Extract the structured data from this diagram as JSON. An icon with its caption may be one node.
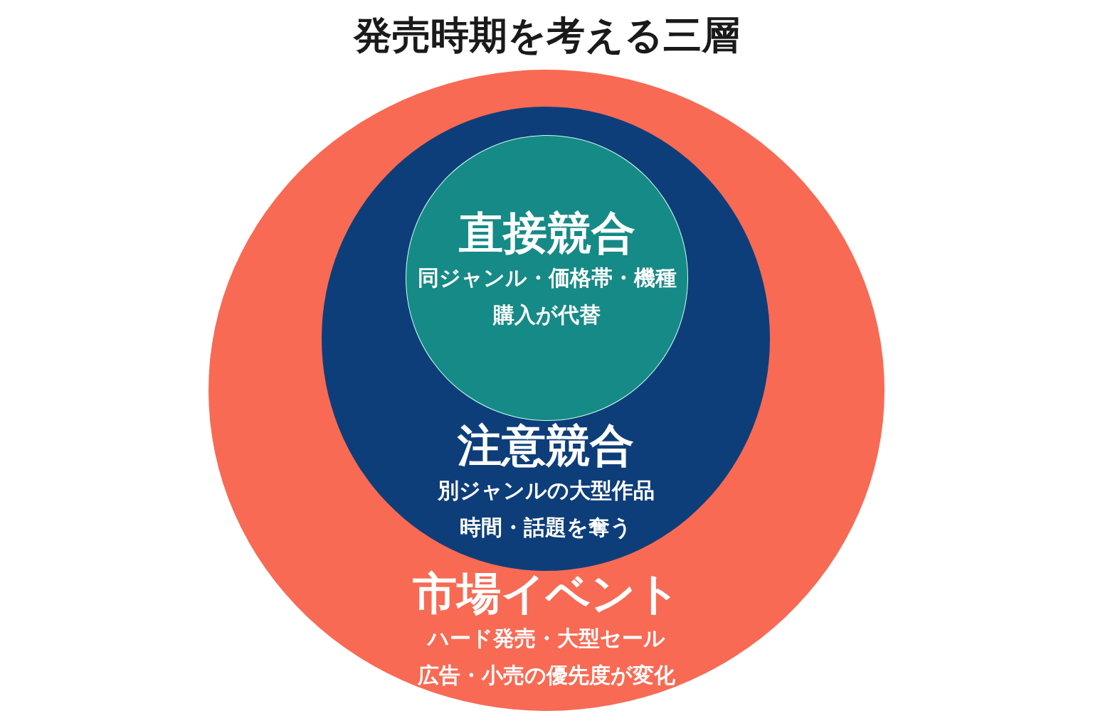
{
  "diagram": {
    "title": "発売時期を考える三層",
    "nodes": [
      {
        "text": [
          "市場イベント",
          "ハード発売・大型セール",
          "広告・小売の優先度が変化"
        ]
      },
      {
        "text": [
          "注意競合",
          "別ジャンルの大型作品",
          "時間・話題を奪う"
        ],
        "in": 0
      },
      {
        "text": [
          "直接競合",
          "同ジャンル・価格帯・機種",
          "購入が代替"
        ],
        "in": 1
      }
    ]
  }
}
